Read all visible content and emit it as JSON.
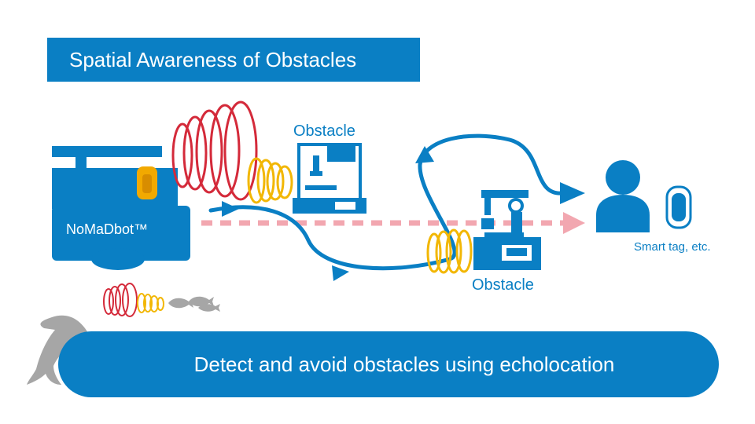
{
  "title": "Spatial Awareness of Obstacles",
  "robot": {
    "name": "NoMaDbot™"
  },
  "obstacle_label_1": "Obstacle",
  "obstacle_label_2": "Obstacle",
  "target_label": "Smart tag, etc.",
  "banner": "Detect and avoid obstacles using echolocation",
  "colors": {
    "brand_blue": "#0a7fc4",
    "wave_red": "#d42a3a",
    "wave_yellow": "#f2b705",
    "dashed_pink": "#f2a7b0",
    "dolphin_gray": "#a6a6a6",
    "robot_orange": "#f2a900"
  }
}
